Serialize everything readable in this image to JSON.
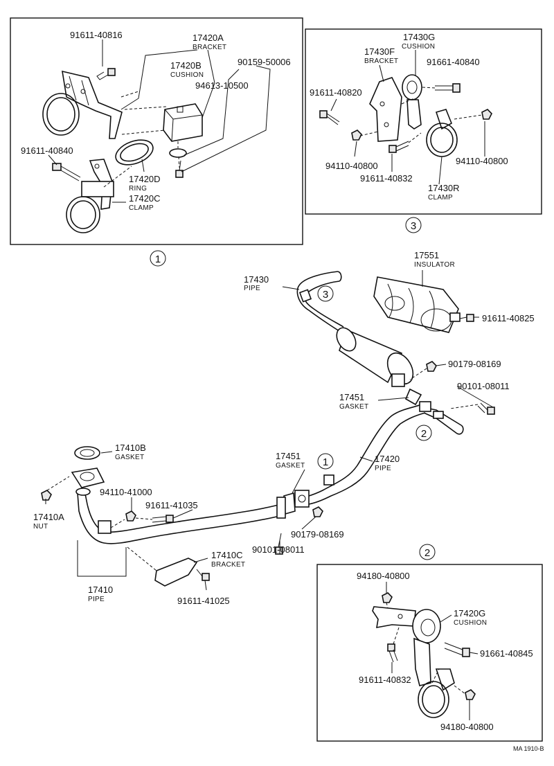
{
  "boxes": {
    "b1": {
      "marker": "1",
      "parts": [
        {
          "no": "91611-40816",
          "name": ""
        },
        {
          "no": "17420A",
          "name": "BRACKET"
        },
        {
          "no": "17420B",
          "name": "CUSHION"
        },
        {
          "no": "90159-50006",
          "name": ""
        },
        {
          "no": "94613-10500",
          "name": ""
        },
        {
          "no": "91611-40840",
          "name": ""
        },
        {
          "no": "17420D",
          "name": "RING"
        },
        {
          "no": "17420C",
          "name": "CLAMP"
        }
      ]
    },
    "b3": {
      "marker": "3",
      "parts": [
        {
          "no": "17430G",
          "name": "CUSHION"
        },
        {
          "no": "17430F",
          "name": "BRACKET"
        },
        {
          "no": "91661-40840",
          "name": ""
        },
        {
          "no": "91611-40820",
          "name": ""
        },
        {
          "no": "94110-40800",
          "name": ""
        },
        {
          "no": "94110-40800",
          "name": ""
        },
        {
          "no": "91611-40832",
          "name": ""
        },
        {
          "no": "17430R",
          "name": "CLAMP"
        }
      ]
    },
    "b2": {
      "marker": "2",
      "parts": [
        {
          "no": "94180-40800",
          "name": ""
        },
        {
          "no": "17420G",
          "name": "CUSHION"
        },
        {
          "no": "91661-40845",
          "name": ""
        },
        {
          "no": "91611-40832",
          "name": ""
        },
        {
          "no": "94180-40800",
          "name": ""
        }
      ]
    }
  },
  "main": {
    "parts": [
      {
        "no": "17430",
        "name": "PIPE"
      },
      {
        "no": "17551",
        "name": "INSULATOR"
      },
      {
        "no": "91611-40825",
        "name": ""
      },
      {
        "no": "90179-08169",
        "name": ""
      },
      {
        "no": "17451",
        "name": "GASKET"
      },
      {
        "no": "90101-08011",
        "name": ""
      },
      {
        "no": "17410B",
        "name": "GASKET"
      },
      {
        "no": "17451",
        "name": "GASKET"
      },
      {
        "no": "17420",
        "name": "PIPE"
      },
      {
        "no": "94110-41000",
        "name": ""
      },
      {
        "no": "91611-41035",
        "name": ""
      },
      {
        "no": "17410A",
        "name": "NUT"
      },
      {
        "no": "90179-08169",
        "name": ""
      },
      {
        "no": "90101-08011",
        "name": ""
      },
      {
        "no": "17410C",
        "name": "BRACKET"
      },
      {
        "no": "91611-41025",
        "name": ""
      },
      {
        "no": "17410",
        "name": "PIPE"
      }
    ],
    "markers": [
      "3",
      "2",
      "1"
    ]
  },
  "footer_ref": "MA 1910-B"
}
